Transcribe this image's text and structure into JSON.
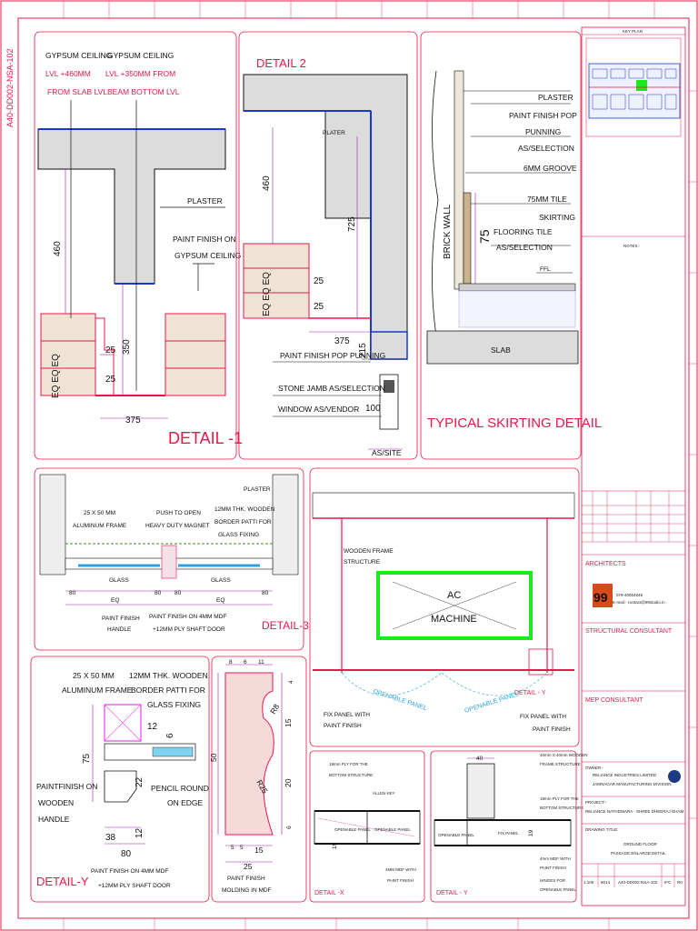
{
  "drawing_code_vertical": "A40-DD002-NSA-102",
  "key_plan": {
    "title": "KEY PLAN"
  },
  "notes": {
    "label": "NOTES:-"
  },
  "detail1": {
    "title": "DETAIL -1",
    "label_ceiling_a_1": "GYPSUM CEILING",
    "label_ceiling_a_2": "LVL +460MM",
    "label_ceiling_a_3": "FROM SLAB LVL",
    "label_ceiling_b_1": "GYPSUM CEILING",
    "label_ceiling_b_2": "LVL +350MM FROM",
    "label_ceiling_b_3": "BEAM BOTTOM LVL",
    "label_plaster": "PLASTER",
    "label_paint_1": "PAINT FINISH ON",
    "label_paint_2": "GYPSUM CEILING",
    "dim_460": "460",
    "dim_350": "350",
    "dim_375": "375",
    "dim_25a": "25",
    "dim_25b": "25",
    "dim_eq": "EQ EQ EQ"
  },
  "detail2": {
    "title": "DETAIL 2",
    "label_plater": "PLATER",
    "label_paint": "PAINT FINISH POP PUNNING",
    "label_jamb": "STONE JAMB AS/SELECTION",
    "label_window": "WINDOW AS/VENDOR",
    "label_asisite": "AS/SITE",
    "dim_460": "460",
    "dim_725": "725",
    "dim_375": "375",
    "dim_215": "215",
    "dim_100": "100",
    "dim_25a": "25",
    "dim_25b": "25",
    "dim_eq": "EQ EQ EQ"
  },
  "skirting": {
    "title": "TYPICAL SKIRTING DETAIL",
    "label_plaster": "PLASTER",
    "label_paint_1": "PAINT FINISH POP",
    "label_paint_2": "PUNNING",
    "label_paint_3": "AS/SELECTION",
    "label_groove": "6MM GROOVE",
    "label_tile_1": "75MM TILE",
    "label_tile_2": "SKIRTING",
    "label_floor_1": "FLOORING TILE",
    "label_floor_2": "AS/SELECTION",
    "label_ffl": "FFL",
    "label_slab": "SLAB",
    "label_brick": "BRICK WALL",
    "dim_75": "75"
  },
  "detail3": {
    "title": "DETAIL-3",
    "label_plaster": "PLASTER",
    "label_frame_1": "25 X 50 MM",
    "label_frame_2": "ALUMINUM FRAME",
    "label_push_1": "PUSH TO OPEN",
    "label_push_2": "HEAVY DUTY MAGNET",
    "label_patti_1": "12MM THK. WOODEN",
    "label_patti_2": "BORDER PATTI FOR",
    "label_patti_3": "GLASS FIXING",
    "label_glass_a": "GLASS",
    "label_glass_b": "GLASS",
    "label_handle_1": "PAINT FINISH",
    "label_handle_2": "HANDLE",
    "label_door_1": "PAINT FINISH ON 4MM  MDF",
    "label_door_2": "+12MM PLY SHAFT DOOR",
    "dim_80a": "80",
    "dim_80b": "80",
    "dim_80c": "80",
    "dim_80d": "80",
    "dim_eq_a": "EQ",
    "dim_eq_b": "EQ"
  },
  "ac": {
    "label_machine_1": "AC",
    "label_machine_2": "MACHINE",
    "label_frame_1": "WOODEN FRAME",
    "label_frame_2": "STRUCTURE",
    "label_openable_a": "OPENABLE PANEL",
    "label_openable_b": "OPENABLE PANEL",
    "label_fix_a_1": "FIX PANEL WITH",
    "label_fix_a_2": "PAINT FINISH",
    "label_fix_b_1": "FIX PANEL WITH",
    "label_fix_b_2": "PAINT FINISH",
    "label_detail_y": "DETAIL - Y"
  },
  "detaily": {
    "title": "DETAIL-Y",
    "label_frame_1": "25 X 50 MM",
    "label_frame_2": "ALUMINUM FRAME",
    "label_patti_1": "12MM THK. WOODEN",
    "label_patti_2": "BORDER PATTI FOR",
    "label_patti_3": "GLASS FIXING",
    "label_handle_1": "PAINTFINISH ON",
    "label_handle_2": "WOODEN",
    "label_handle_3": "HANDLE",
    "label_pencil_1": "PENCIL ROUND",
    "label_pencil_2": "ON EDGE",
    "label_door_1": "PAINT FINISH ON 4MM  MDF",
    "label_door_2": "+12MM PLY SHAFT DOOR",
    "dim_75": "75",
    "dim_22": "22",
    "dim_12a": "12",
    "dim_12b": "12",
    "dim_6": "6",
    "dim_38": "38",
    "dim_80": "80"
  },
  "molding": {
    "label_1": "PAINT FINISH",
    "label_2": "MOLDING IN MDF",
    "dim_8": "8",
    "dim_6": "6",
    "dim_11": "11",
    "dim_4": "4",
    "dim_r8": "R8",
    "dim_r25": "R25",
    "dim_15a": "15",
    "dim_50": "50",
    "dim_20": "20",
    "dim_6b": "6",
    "dim_5a": "5",
    "dim_5b": "5",
    "dim_15b": "15",
    "dim_25": "25"
  },
  "detailx": {
    "title": "DETAIL -X",
    "label_ply_1": "18mm PLY FOR THE",
    "label_ply_2": "BOTTOM STRUCTURE",
    "label_allen": "ALLEN KEY",
    "label_open_a": "OPENABLE PANEL",
    "label_open_b": "OPENABLE PANEL",
    "label_mdf_1": "4MM MDF WITH",
    "label_mdf_2": "PAINT FINISH",
    "dim_19": "19"
  },
  "detaily2": {
    "title": "DETAIL - Y",
    "label_frame_1": "40mm X 40mm WOODEN",
    "label_frame_2": "FRAME STRUCTURE",
    "label_ply_1": "18mm PLY FOR THE",
    "label_ply_2": "BOTTOM STRUCTURE",
    "label_mdf_1": "4mm MDF WITH",
    "label_mdf_2": "PAINT FINISH",
    "label_hinges_1": "HINGES FOR",
    "label_hinges_2": "OPENABLE PANEL",
    "label_open": "OPENABLE PANEL",
    "label_fix": "FIX PANEL",
    "dim_40": "40",
    "dim_19": "19"
  },
  "titleblock": {
    "architects": "ARCHITECTS",
    "arch_phone": "079-40054848",
    "arch_email": "E-mail:- contact@99studio.in",
    "logo_number": "99",
    "structural": "STRUCTURAL CONSULTANT",
    "mep": "MEP CONSULTANT",
    "owner_label": "OWNER:-",
    "owner_1": "RELIANCE INDUSTRIES LIMITED",
    "owner_2": "JAMNAGAR MANUFACTURING DIVISION",
    "project_label": "PROJECT:-",
    "project": "RELIANCE NATHDWARA - SHREE DHEERAJ DHAM",
    "title_label": "DRAWING TITLE:",
    "title_1": "GROUND FLOOR",
    "title_2": "PASSAGE ENLARGE DETAIL",
    "scale": "1:100",
    "project_no": "8014",
    "drawing_no": "A40-DD002-NSA-102",
    "status": "IFC",
    "revision": "R0"
  }
}
